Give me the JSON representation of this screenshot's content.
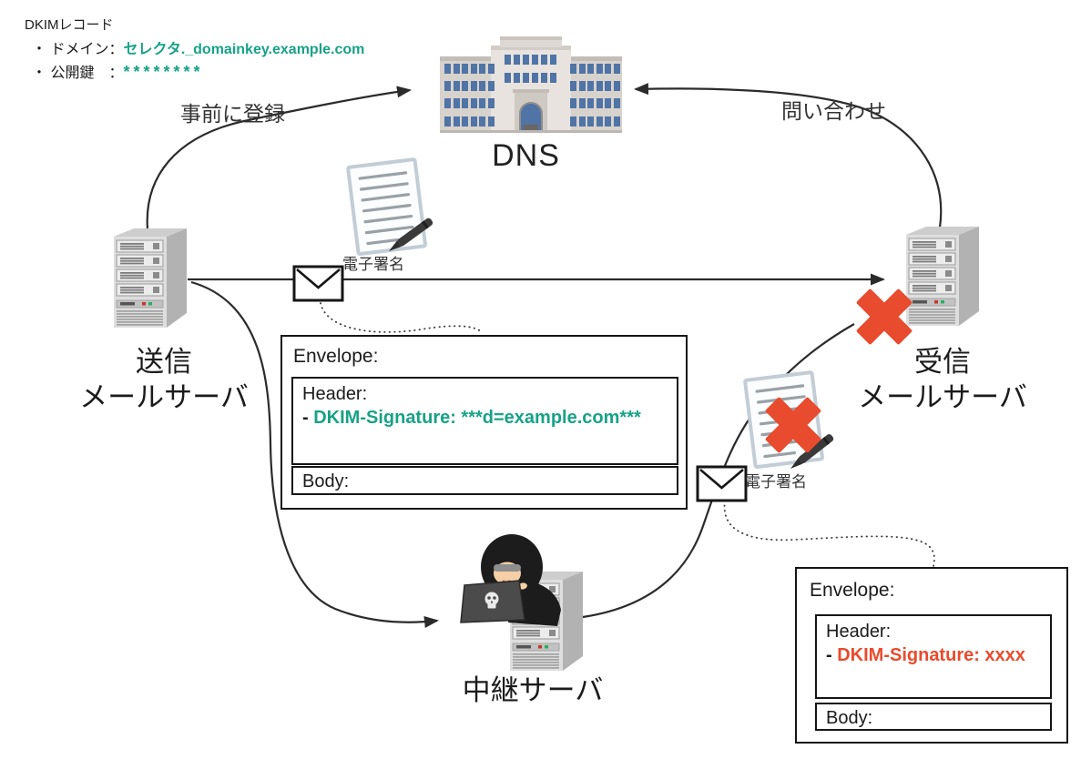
{
  "colors": {
    "accent_teal": "#17a287",
    "alert_red": "#e84b2d",
    "line": "#2b2b2b"
  },
  "dkim_record": {
    "title": "DKIMレコード",
    "domain_label": "・ ドメイン：",
    "domain_value": "セレクタ._domainkey.example.com",
    "pubkey_label": "・ 公開鍵　：",
    "pubkey_value": "********"
  },
  "flow_labels": {
    "register": "事前に登録",
    "query": "問い合わせ"
  },
  "nodes": {
    "dns": {
      "label": "DNS"
    },
    "sender": {
      "line1": "送信",
      "line2": "メールサーバ"
    },
    "receiver": {
      "line1": "受信",
      "line2": "メールサーバ"
    },
    "relay": {
      "label": "中継サーバ"
    }
  },
  "signatures": {
    "sign1": "電子署名",
    "sign2": "電子署名"
  },
  "envelope_original": {
    "envelope": "Envelope:",
    "header": "Header:",
    "dkim_prefix": "- ",
    "dkim_value": "DKIM-Signature: ***d=example.com***",
    "body": "Body:"
  },
  "envelope_tampered": {
    "envelope": "Envelope:",
    "header": "Header:",
    "dkim_prefix": "- ",
    "dkim_value": "DKIM-Signature: xxxx",
    "body": "Body:"
  },
  "icons": {
    "dns": "building-icon",
    "mail_server": "server-tower-icon",
    "relay": "hacker-laptop-icon",
    "mail": "envelope-icon",
    "signature": "document-pen-icon",
    "blocked": "red-cross-icon"
  }
}
